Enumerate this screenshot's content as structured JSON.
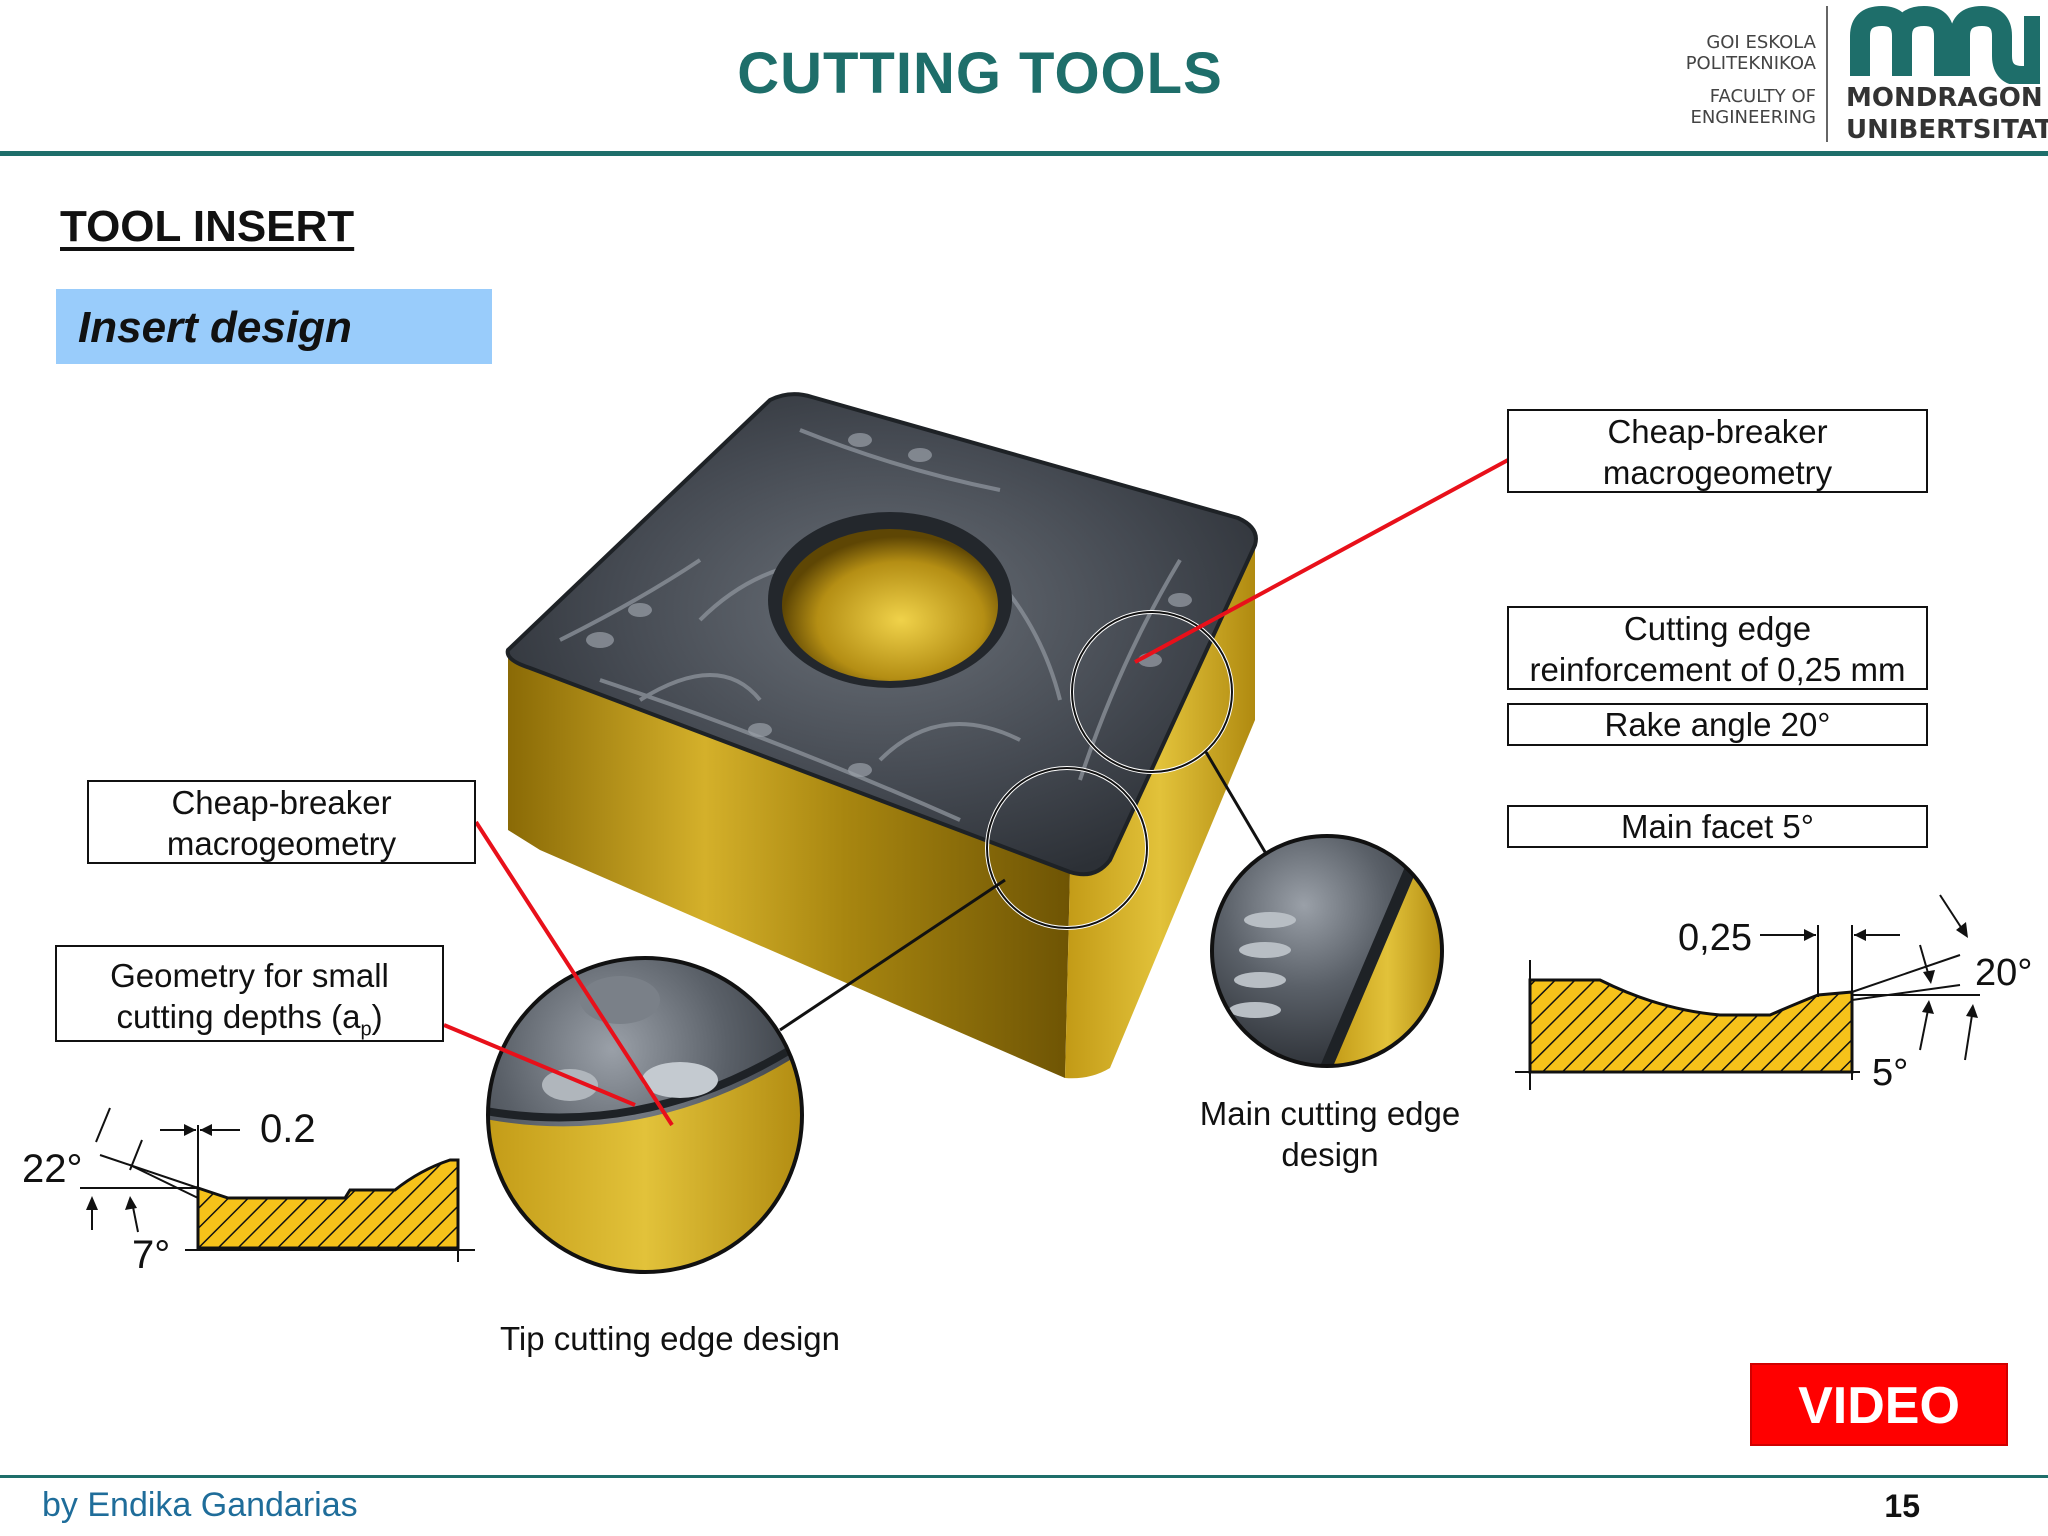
{
  "header": {
    "title": "CUTTING TOOLS",
    "logo": {
      "line1": "GOI ESKOLA",
      "line2": "POLITEKNIKOA",
      "line3": "FACULTY OF",
      "line4": "ENGINEERING",
      "name1": "MONDRAGON",
      "name2": "UNIBERTSITATEA"
    }
  },
  "section": {
    "title": "TOOL INSERT",
    "subtitle": "Insert design"
  },
  "labels": {
    "top_right_breaker_1": "Cheap-breaker",
    "top_right_breaker_2": "macrogeometry",
    "reinforcement_1": "Cutting edge",
    "reinforcement_2": "reinforcement of 0,25 mm",
    "rake_angle": "Rake angle 20°",
    "main_facet": "Main facet 5°",
    "left_breaker_1": "Cheap-breaker",
    "left_breaker_2": "macrogeometry",
    "small_depth_1": "Geometry for small",
    "small_depth_2_prefix": "cutting depths (a",
    "small_depth_2_sub": "p",
    "small_depth_2_suffix": ")",
    "main_edge_caption_1": "Main cutting edge",
    "main_edge_caption_2": "design",
    "tip_edge_caption": "Tip cutting edge design"
  },
  "diagrams": {
    "left": {
      "chamfer": "0.2",
      "angle_top": "22°",
      "angle_bottom": "7°"
    },
    "right": {
      "chamfer": "0,25",
      "angle_top": "20°",
      "angle_bottom": "5°"
    }
  },
  "video_button": "VIDEO",
  "footer": {
    "author": "by Endika Gandarias",
    "page": "15"
  },
  "colors": {
    "teal": "#1e6e6a",
    "highlight_box": "#99ccfb",
    "video_red": "#ff0000",
    "leader_red": "#e8101a",
    "insert_gold": "#c8a21a",
    "insert_dark": "#3a3e44"
  }
}
